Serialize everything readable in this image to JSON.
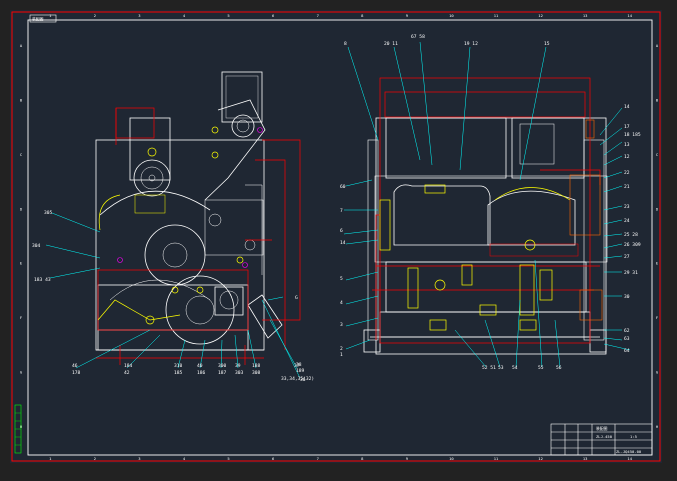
{
  "drawing": {
    "corner_tag": "装配图",
    "border_ticks_top": [
      "1",
      "2",
      "3",
      "4",
      "5",
      "6",
      "7",
      "8",
      "9",
      "10",
      "11",
      "12",
      "13",
      "14"
    ],
    "border_ticks_side": [
      "A",
      "B",
      "C",
      "D",
      "E",
      "F",
      "G",
      "H"
    ]
  },
  "left_view": {
    "callouts": [
      "305",
      "304",
      "183 43",
      "46",
      "178",
      "184",
      "42",
      "310",
      "185",
      "40",
      "186",
      "300",
      "187",
      "39",
      "303",
      "188",
      "308",
      "38",
      "189",
      "37",
      "36",
      "33,34,35(32)",
      "G"
    ]
  },
  "right_view": {
    "callouts_top": [
      "8",
      "20 11",
      "67 58",
      "19 12",
      "15"
    ],
    "callouts_left": [
      "60",
      "7",
      "6",
      "14",
      "5",
      "4",
      "3",
      "2",
      "1"
    ],
    "callouts_right": [
      "14",
      "17",
      "18 185",
      "13",
      "12",
      "22",
      "21",
      "23",
      "24",
      "25 28",
      "26 309",
      "27",
      "29 31",
      "30",
      "62",
      "63",
      "64"
    ],
    "callouts_bottom": [
      "52 51",
      "53",
      "54",
      "55",
      "56"
    ]
  },
  "title_block": {
    "name": "装配图",
    "code": "ZLJ-450",
    "drawing_no": "ZL-JQ450-00",
    "scale": "1:5"
  },
  "colors": {
    "background": "#222222",
    "paper": "#1f2833",
    "frame": "#ff0000",
    "line": "#ffffff",
    "accent": "#ffff00",
    "cyan": "#00ffff",
    "green": "#00ff00",
    "magenta": "#ff00ff"
  }
}
